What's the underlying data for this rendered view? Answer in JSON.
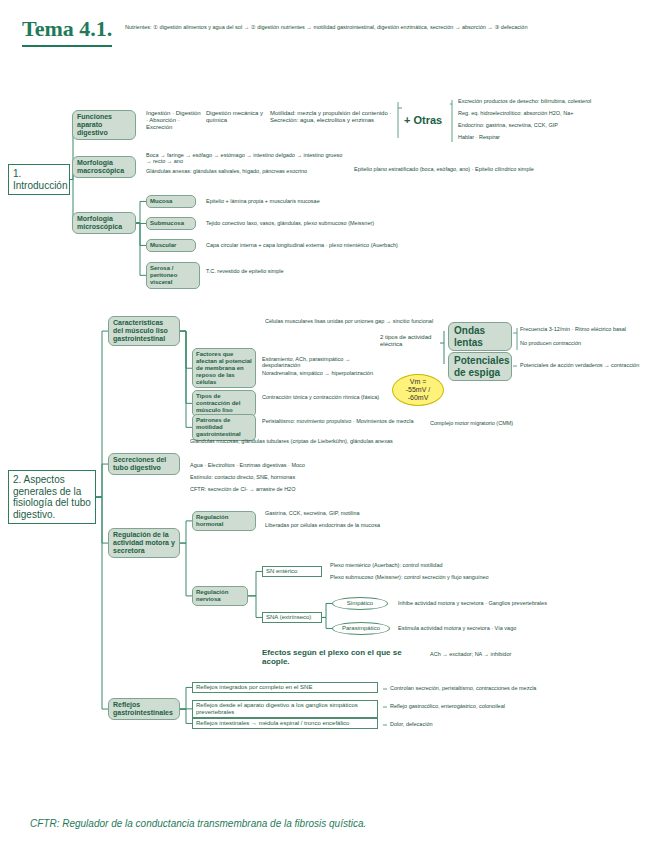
{
  "diagram": {
    "title": "Tema 4.1.",
    "nodes": [
      {
        "text": [
          "1. Introducción"
        ]
      },
      {
        "text": [
          "Funciones aparato digestivo"
        ]
      },
      {
        "text": [
          "Morfología macroscópica"
        ]
      },
      {
        "text": [
          "Morfología microscópica"
        ]
      },
      {
        "text": [
          "Mucosa"
        ]
      },
      {
        "text": [
          "Submucosa"
        ]
      },
      {
        "text": [
          "Muscular"
        ]
      },
      {
        "text": [
          "Serosa / peritoneo visceral"
        ]
      },
      {
        "text": [
          "2. Aspectos generales de la fisiología del tubo digestivo."
        ]
      },
      {
        "text": [
          "Características del músculo liso gastrointestinal"
        ]
      },
      {
        "text": [
          "Factores que afectan al potencial de membrana en reposo de las células"
        ]
      },
      {
        "text": [
          "Tipos de contracción del músculo liso"
        ]
      },
      {
        "text": [
          "Patrones de motilidad gastrointestinal"
        ]
      },
      {
        "text": [
          "Ondas lentas"
        ]
      },
      {
        "text": [
          "Potenciales de espiga"
        ]
      },
      {
        "text": [
          "Vm = -55mV / -60mV"
        ]
      },
      {
        "text": [
          "Secreciones del tubo digestivo"
        ]
      },
      {
        "text": [
          "Regulación de la actividad motora y secretora"
        ]
      },
      {
        "text": [
          "Regulación hormonal"
        ]
      },
      {
        "text": [
          "Regulación nerviosa"
        ]
      },
      {
        "text": [
          "SN entérico"
        ]
      },
      {
        "text": [
          "SNA (extrínseco)"
        ]
      },
      {
        "text": [
          "Simpático"
        ]
      },
      {
        "text": [
          "Parasimpático"
        ]
      },
      {
        "text": [
          "Reflejos gastrointestinales"
        ]
      },
      {
        "text": [
          "Reflejos integrados por completo en el SNE"
        ]
      },
      {
        "text": [
          "Reflejos desde el aparato digestivo a los ganglios simpáticos prevertebrales"
        ]
      },
      {
        "text": [
          "Reflejos intestinales → médula espinal / tronco encefálico"
        ]
      }
    ],
    "edges": [
      {
        "from": 0,
        "to": 1,
        "arrow": "none"
      },
      {
        "from": 0,
        "to": 2,
        "arrow": "none"
      },
      {
        "from": 0,
        "to": 3,
        "arrow": "none"
      },
      {
        "from": 3,
        "to": 4,
        "arrow": "none"
      },
      {
        "from": 3,
        "to": 5,
        "arrow": "none"
      },
      {
        "from": 3,
        "to": 6,
        "arrow": "none"
      },
      {
        "from": 3,
        "to": 7,
        "arrow": "none"
      },
      {
        "from": 8,
        "to": 9,
        "arrow": "none"
      },
      {
        "from": 8,
        "to": 16,
        "arrow": "none"
      },
      {
        "from": 8,
        "to": 17,
        "arrow": "none"
      },
      {
        "from": 8,
        "to": 24,
        "arrow": "none"
      },
      {
        "from": 9,
        "to": 10,
        "arrow": "none"
      },
      {
        "from": 9,
        "to": 11,
        "arrow": "none"
      },
      {
        "from": 9,
        "to": 12,
        "arrow": "none"
      },
      {
        "from": 17,
        "to": 18,
        "arrow": "none"
      },
      {
        "from": 17,
        "to": 19,
        "arrow": "none"
      },
      {
        "from": 19,
        "to": 20,
        "arrow": "none"
      },
      {
        "from": 19,
        "to": 21,
        "arrow": "none"
      },
      {
        "from": 21,
        "to": 22,
        "arrow": "none"
      },
      {
        "from": 21,
        "to": 23,
        "arrow": "none"
      },
      {
        "from": 24,
        "to": 25,
        "arrow": "none"
      },
      {
        "from": 24,
        "to": 26,
        "arrow": "none"
      },
      {
        "from": 24,
        "to": 27,
        "arrow": "none"
      }
    ],
    "labels": [
      "Nutrientes: ① digestión alimentos y agua del sol → ② digestión nutrientes → motilidad gastrointestinal, digestión enzimática, secreción → absorción → ③ defecación",
      "Ingestión · Digestión · Absorción · Excreción",
      "Digestión mecánica y química",
      "Motilidad: mezcla y propulsión del contenido · Secreción: agua, electrolitos y enzimas",
      "+ Otras",
      "Excreción productos de desecho: bilirrubina, colesterol",
      "Reg. eq. hidroelectrolítico: absorción H2O, Na+",
      "Endocrino: gastrina, secretina, CCK, GIP",
      "Hablar · Respirar",
      "Boca → faringe → esófago → estómago → intestino delgado → intestino grueso → recto → ano",
      "Glándulas anexas: glándulas salivales, hígado, páncreas exocrino",
      "Epitelio plano estratificado (boca, esófago, ano) · Epitelio cilíndrico simple",
      "Epitelio + lámina propia + muscularis mucosae",
      "Tejido conectivo laxo, vasos, glándulas, plexo submucoso (Meissner)",
      "Capa circular interna + capa longitudinal externa · plexo mientérico (Auerbach)",
      "T.C. revestido de epitelio simple",
      "Células musculares lisas unidas por uniones gap → sincitio funcional",
      "2 tipos de actividad eléctrica",
      "Frecuencia 3-12/min · Ritmo eléctrico basal",
      "No producen contracción",
      "Potenciales de acción verdaderos → contracción",
      "Estiramiento, ACh, parasimpático → despolarización",
      "Noradrenalina, simpático → hiperpolarización",
      "Contracción tónica y contracción rítmica (fásica)",
      "Peristaltismo: movimiento propulsivo · Movimientos de mezcla",
      "Complejo motor migratorio (CMM)",
      "Glándulas mucosas, glándulas tubulares (criptas de Lieberkühn), glándulas anexas",
      "Agua · Electrolitos · Enzimas digestivas · Moco",
      "Estímulo: contacto directo, SNE, hormonas",
      "CFTR: secreción de Cl- → arrastre de H2O",
      "Gastrina, CCK, secretina, GIP, motilina",
      "Liberadas por células endocrinas de la mucosa",
      "Plexo mientérico (Auerbach): control motilidad",
      "Plexo submucoso (Meissner): control secreción y flujo sanguíneo",
      "Estimula actividad motora y secretora · Vía vago",
      "Inhibe actividad motora y secretora · Ganglios prevertebrales",
      "Efectos según el plexo con el que se acople.",
      "ACh → excitador; NA → inhibidor",
      "Controlan secreción, peristaltismo, contracciones de mezcla",
      "Reflejo gastrocólico, enterogástrico, colonoileal",
      "Dolor, defecación",
      "CFTR: Regulador de la conductancia transmembrana de la fibrosis quística."
    ]
  }
}
